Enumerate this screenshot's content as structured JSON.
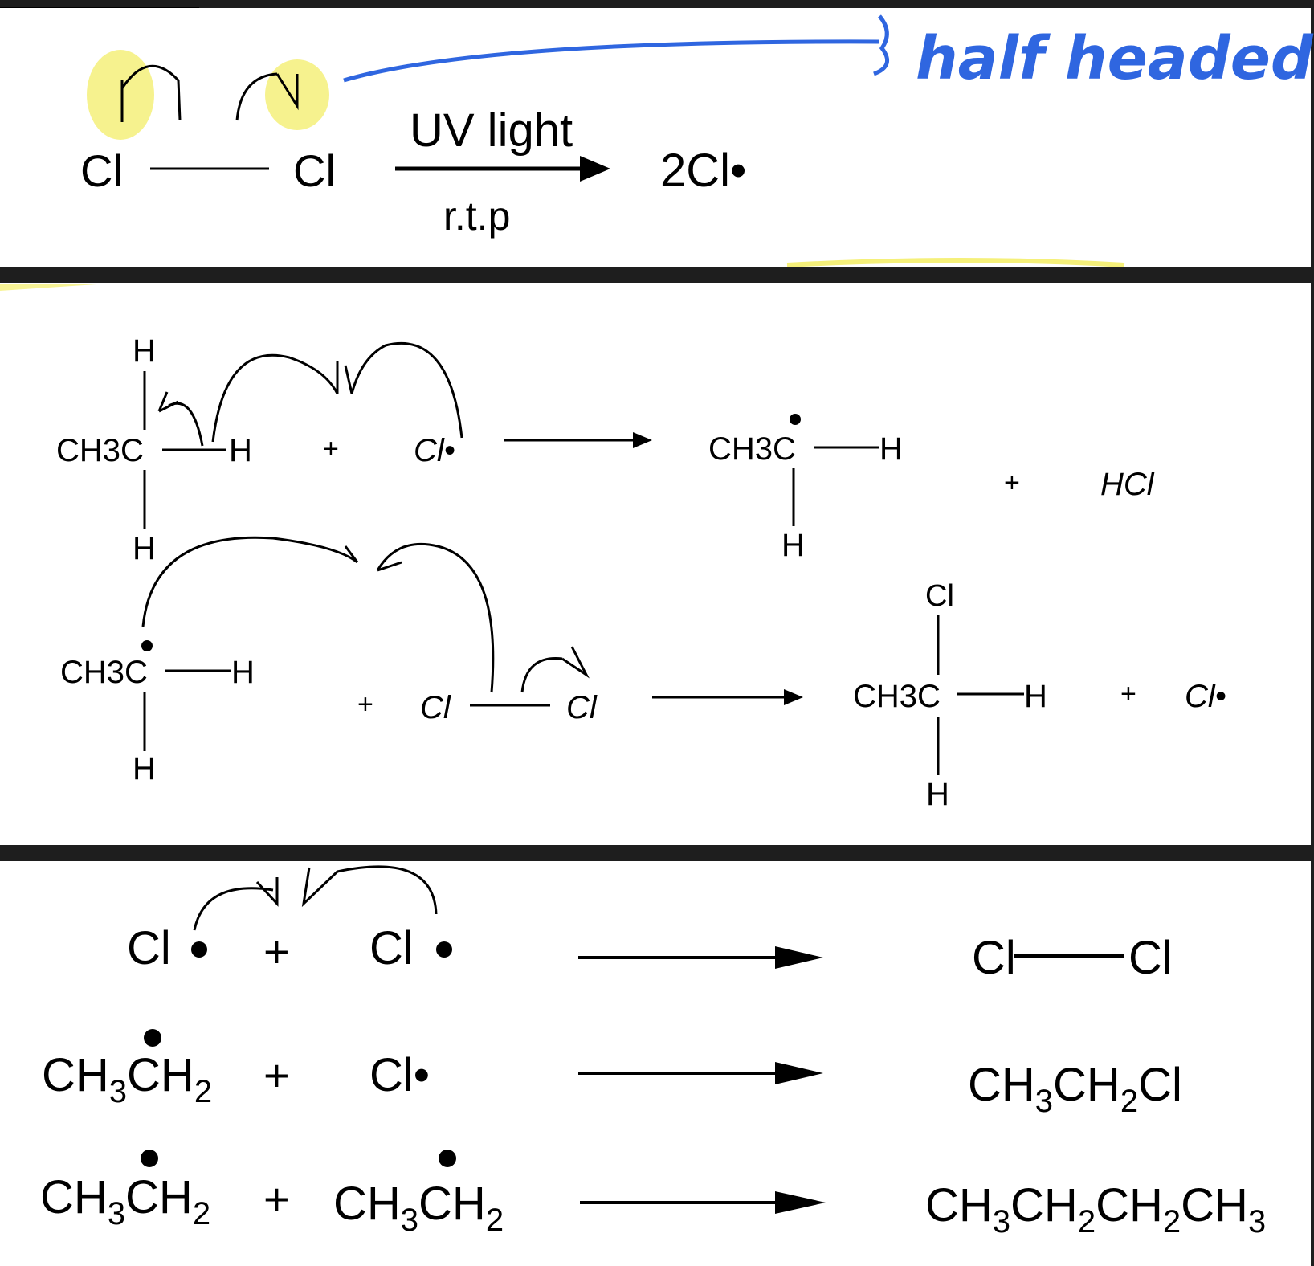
{
  "colors": {
    "background": "#1e1e1e",
    "panel": "#ffffff",
    "highlight": "#f5f07a",
    "annotation": "#2f66e0",
    "ink": "#000000"
  },
  "panel1": {
    "left_atom": "Cl",
    "right_atom": "Cl",
    "condition_top": "UV light",
    "condition_bottom": "r.t.p",
    "product": "2Cl•",
    "annotation": "half headed"
  },
  "panel2": {
    "r1": {
      "c": "CH3C",
      "h_top": "H",
      "h_right": "H",
      "h_bottom": "H",
      "plus": "+",
      "radical": "Cl•",
      "product_c": "CH3C",
      "product_h_right": "H",
      "product_h_bottom": "H",
      "plus2": "+",
      "product2": "HCl"
    },
    "r2": {
      "c": "CH3C",
      "h_right": "H",
      "h_bottom": "H",
      "plus": "+",
      "cl_left": "Cl",
      "cl_right": "Cl",
      "product_cl_top": "Cl",
      "product_c": "CH3C",
      "product_h_right": "H",
      "product_h_bottom": "H",
      "plus2": "+",
      "product2": "Cl•"
    }
  },
  "panel3": {
    "row1": {
      "left": "Cl",
      "plus": "+",
      "right": "Cl",
      "product_left": "Cl",
      "product_right": "Cl"
    },
    "row2": {
      "left": "CH3CH2",
      "plus": "+",
      "right": "Cl•",
      "product": "CH3CH2Cl"
    },
    "row3": {
      "left": "CH3CH2",
      "plus": "+",
      "right": "CH3CH2",
      "product": "CH3CH2CH2CH3"
    }
  }
}
